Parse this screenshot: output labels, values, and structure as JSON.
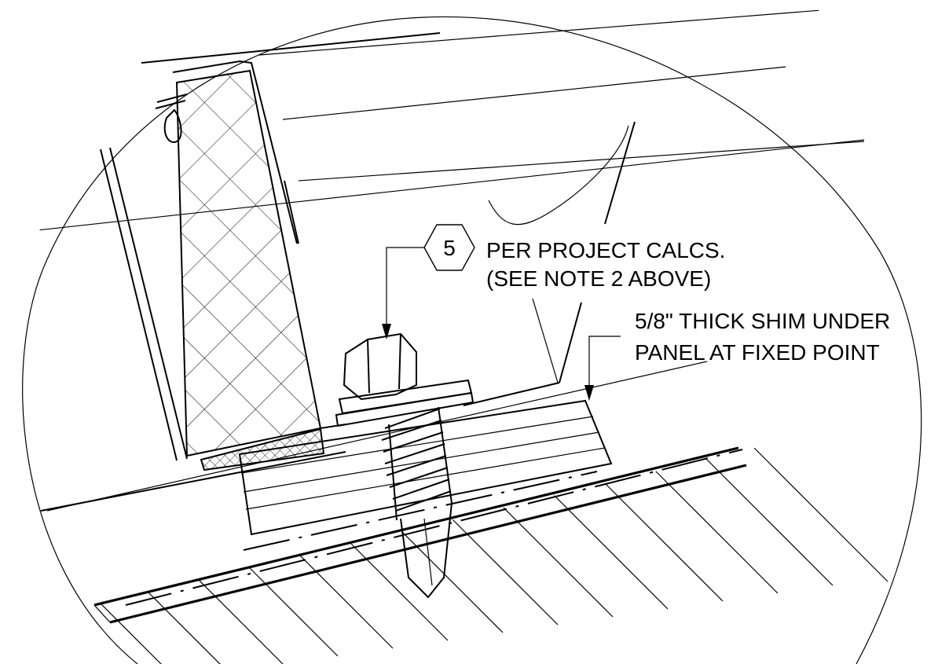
{
  "detail": {
    "tag_number": "5",
    "callout_fastener_line1": "PER PROJECT CALCS.",
    "callout_fastener_line2": "(SEE NOTE  2 ABOVE)",
    "callout_shim_line1": "5/8\" THICK SHIM UNDER",
    "callout_shim_line2": "PANEL AT FIXED POINT"
  },
  "colors": {
    "ink": "#000000",
    "paper": "#ffffff"
  }
}
